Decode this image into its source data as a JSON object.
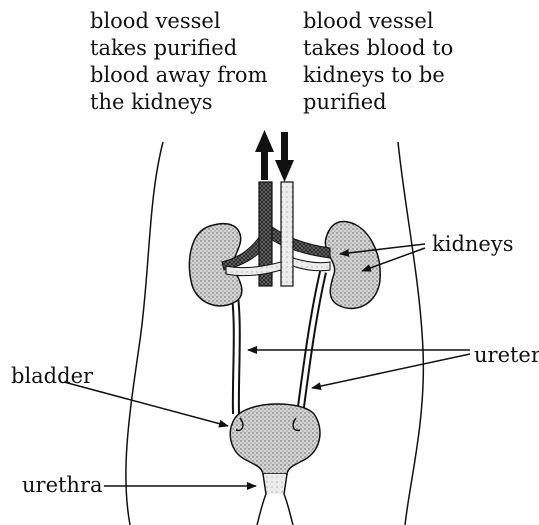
{
  "labels": {
    "vessel_away": [
      "blood vessel",
      "takes purified",
      "blood away from",
      "the kidneys"
    ],
    "vessel_to": [
      "blood vessel",
      "takes blood to",
      "kidneys to be",
      "purified"
    ],
    "kidneys": "kidneys",
    "ureters": "ureters",
    "bladder": "bladder",
    "urethra": "urethra"
  },
  "colors": {
    "ink": "#111111",
    "organ_fill": "#c8c8c8",
    "vessel_dark": "#5a5a5a",
    "vessel_light": "#e2e2e2",
    "background": "#ffffff"
  }
}
